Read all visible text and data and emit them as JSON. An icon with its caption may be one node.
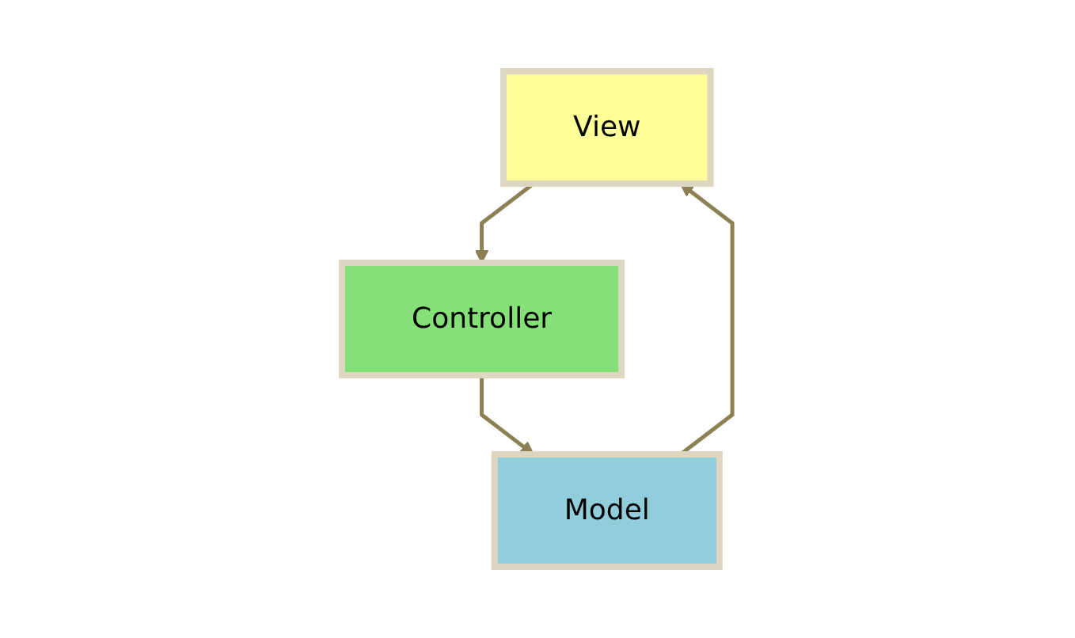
{
  "diagram": {
    "nodes": [
      {
        "text": [
          "View"
        ]
      },
      {
        "text": [
          "Controller"
        ]
      },
      {
        "text": [
          "Model"
        ]
      }
    ],
    "edges": [
      {
        "from": 0,
        "to": 1,
        "arrow": "to"
      },
      {
        "from": 1,
        "to": 2,
        "arrow": "to"
      },
      {
        "from": 2,
        "to": 0,
        "arrow": "to"
      }
    ]
  }
}
